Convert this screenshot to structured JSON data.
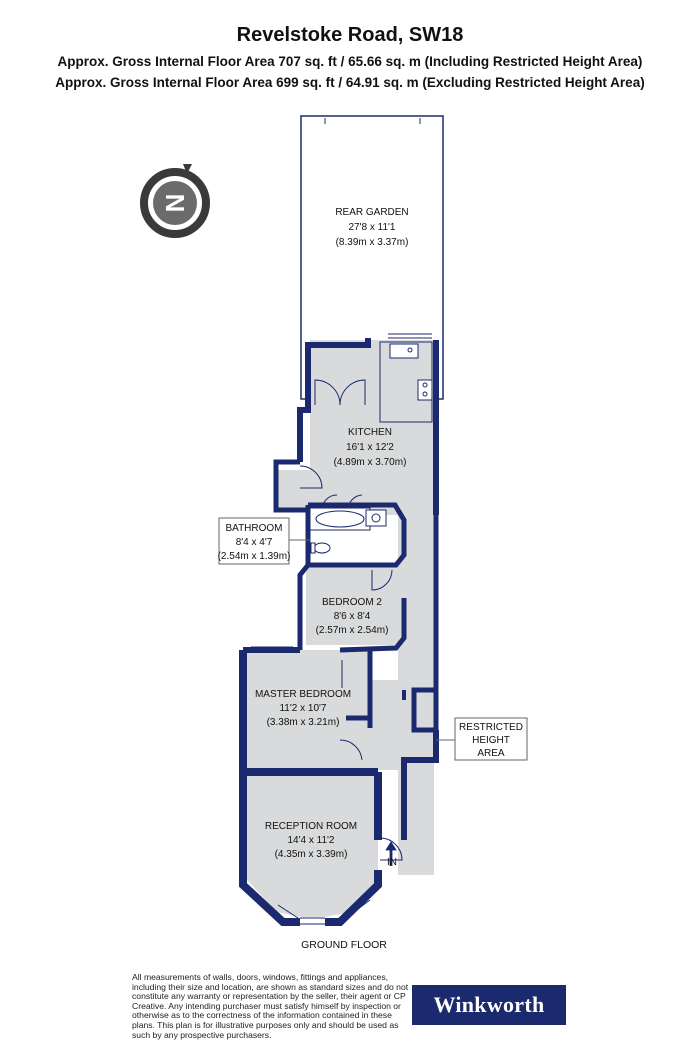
{
  "header": {
    "title": "Revelstoke Road, SW18",
    "area_incl": "Approx. Gross Internal Floor Area 707 sq. ft / 65.66 sq. m (Including Restricted Height Area)",
    "area_excl": "Approx. Gross Internal Floor Area 699 sq. ft / 64.91 sq. m (Excluding Restricted Height Area)"
  },
  "rooms": {
    "garden": {
      "name": "REAR GARDEN",
      "imperial": "27'8 x 11'1",
      "metric": "(8.39m x 3.37m)"
    },
    "kitchen": {
      "name": "KITCHEN",
      "imperial": "16'1 x 12'2",
      "metric": "(4.89m x 3.70m)"
    },
    "bathroom": {
      "name": "BATHROOM",
      "imperial": "8'4 x 4'7",
      "metric": "(2.54m x 1.39m)"
    },
    "bedroom2": {
      "name": "BEDROOM 2",
      "imperial": "8'6 x 8'4",
      "metric": "(2.57m x 2.54m)"
    },
    "master": {
      "name": "MASTER BEDROOM",
      "imperial": "11'2 x 10'7",
      "metric": "(3.38m x 3.21m)"
    },
    "reception": {
      "name": "RECEPTION ROOM",
      "imperial": "14'4 x 11'2",
      "metric": "(4.35m x 3.39m)"
    }
  },
  "restricted": {
    "line1": "RESTRICTED",
    "line2": "HEIGHT",
    "line3": "AREA"
  },
  "entrance_label": "IN",
  "floor_label": "GROUND FLOOR",
  "compass_letter": "N",
  "disclaimer": "All measurements of walls, doors, windows, fittings and appliances, including their size and location, are shown as standard sizes and do not constitute any warranty or representation by the seller, their agent or CP Creative. Any intending purchaser must satisfy himself by inspection or otherwise as to the correctness of the information contained in these plans. This plan is for illustrative purposes only and should be used as such by any prospective purchasers.",
  "logo_text": "Winkworth",
  "colors": {
    "wall": "#1b2a6e",
    "floor": "#d9dadb",
    "logo_bg": "#1b2a6e"
  }
}
